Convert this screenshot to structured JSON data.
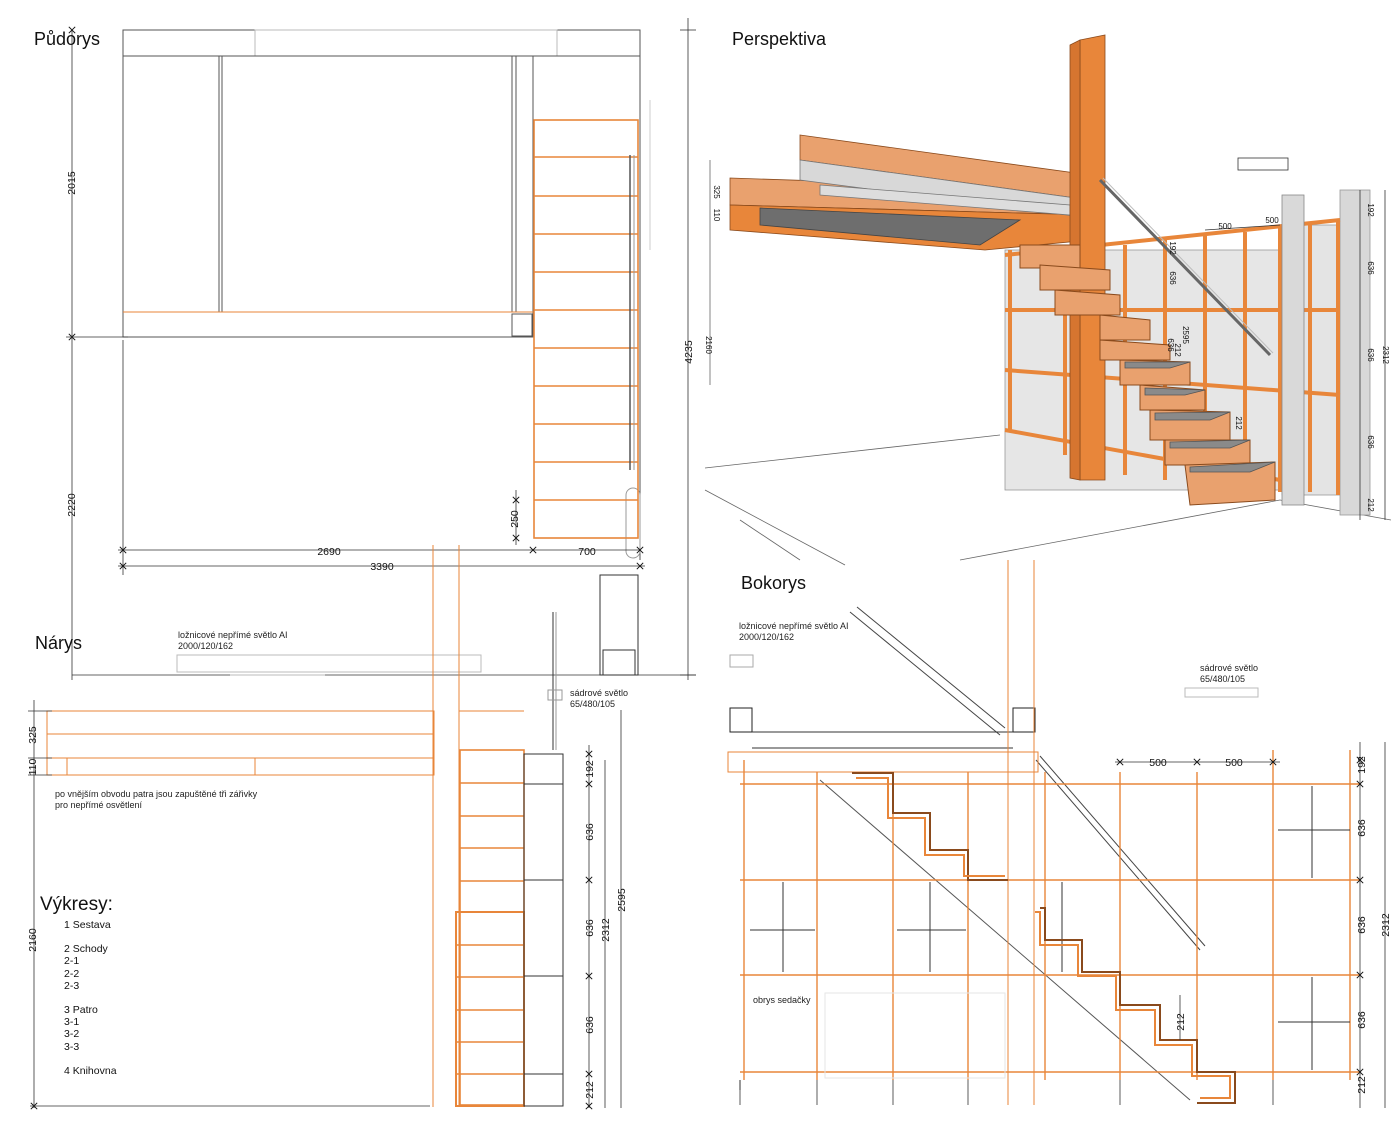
{
  "titles": {
    "plan": "Půdorys",
    "perspective": "Perspektiva",
    "front": "Nárys",
    "side": "Bokorys"
  },
  "colors": {
    "timber": "#e8863a",
    "timber_face": "#e9a16e",
    "timber_top": "#f0b888",
    "shelf_grey": "#dcdcdc",
    "deck_dark": "#6e6e6e",
    "line": "#333333"
  },
  "dims": {
    "plan": {
      "left_upper": "2015",
      "left_lower": "2220",
      "right_total": "4235",
      "width_a": "2690",
      "width_b": "700",
      "width_total": "3390",
      "step": "250"
    },
    "front": {
      "beam": "325",
      "deck": "110",
      "height": "2160",
      "d192": "192",
      "d636a": "636",
      "d636b": "636",
      "d636c": "636",
      "d212": "212",
      "d2312": "2312",
      "d2595": "2595"
    },
    "side": {
      "w500a": "500",
      "w500b": "500",
      "d192": "192",
      "d636a": "636",
      "d636b": "636",
      "d636c": "636",
      "d212": "212",
      "d2312": "2312",
      "step212": "212"
    },
    "perspective": {
      "d325": "325",
      "d110": "110",
      "d2160": "2160",
      "w500a": "500",
      "w500b": "500",
      "d192": "192",
      "d636a": "636",
      "d636b": "636",
      "d636c": "636",
      "d212": "212",
      "d2312": "2312",
      "s636": "636",
      "s192": "192",
      "s212": "212",
      "s2595": "2595",
      "s636b": "636",
      "s212b": "212"
    }
  },
  "notes": {
    "light_ai_front": "ložnicové nepřímé světlo AI\n2000/120/162",
    "light_ai_side": "ložnicové nepřímé světlo AI\n2000/120/162",
    "plaster_front": "sádrové světlo\n65/480/105",
    "plaster_side": "sádrové světlo\n65/480/105",
    "outer_lights": "po vnějším obvodu patra jsou zapuštěné tři zářivky\npro nepřímé osvětlení",
    "seat_outline": "obrys sedačky"
  },
  "legend": {
    "heading": "Výkresy:",
    "items": [
      "1 Sestava",
      "2 Schody",
      "2-1",
      "2-2",
      "2-3",
      "3 Patro",
      "3-1",
      "3-2",
      "3-3",
      "4 Knihovna"
    ]
  }
}
